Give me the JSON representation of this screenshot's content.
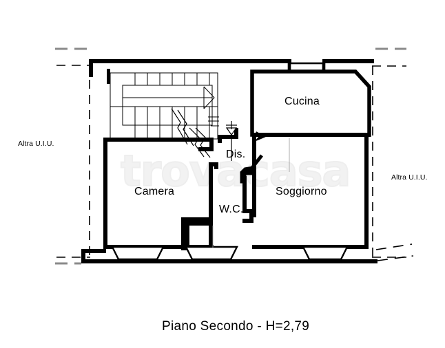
{
  "document": {
    "kind": "floor-plan",
    "caption": "Piano Secondo - H=2,79",
    "watermark": "trovacasa"
  },
  "rooms": [
    {
      "id": "camera",
      "label": "Camera"
    },
    {
      "id": "cucina",
      "label": "Cucina"
    },
    {
      "id": "soggiorno",
      "label": "Soggiorno"
    },
    {
      "id": "wc",
      "label": "W.C."
    },
    {
      "id": "dis",
      "label": "Dis."
    }
  ],
  "annotations": {
    "left_unit": "Altra U.I.U.",
    "right_unit": "Altra U.I.U."
  },
  "colors": {
    "wall": "#000000",
    "thin_line": "#000000",
    "background": "#ffffff",
    "watermark": "#f0f0f0"
  }
}
